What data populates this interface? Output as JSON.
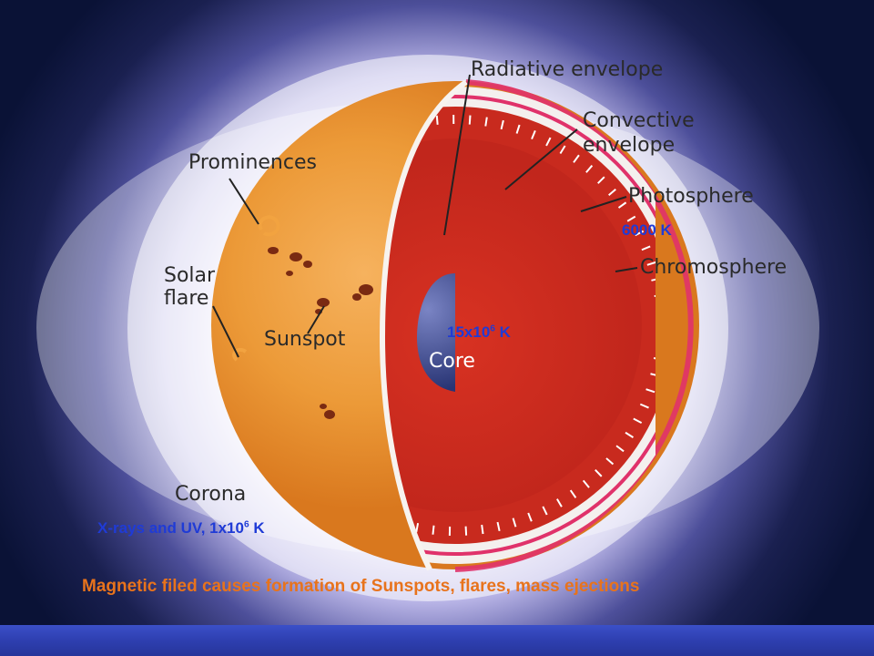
{
  "diagram": {
    "labels": {
      "radiative_envelope": "Radiative envelope",
      "convective_envelope_line1": "Convective",
      "convective_envelope_line2": "envelope",
      "photosphere": "Photosphere",
      "chromosphere": "Chromosphere",
      "prominences": "Prominences",
      "solar_flare_line1": "Solar",
      "solar_flare_line2": "flare",
      "sunspot": "Sunspot",
      "core": "Core",
      "corona": "Corona"
    },
    "temperatures": {
      "photosphere": "6000 K",
      "core_base": "15x10",
      "core_exp": "6",
      "core_unit": " K",
      "corona_prefix": "X-rays and UV, 1x10",
      "corona_exp": "6",
      "corona_unit": " K"
    },
    "caption": "Magnetic filed causes formation of Sunspots, flares, mass ejections"
  },
  "colors": {
    "temperature_text": "#1f3bd6",
    "caption_text": "#e8731c",
    "photosphere_temp": "#1f3bd6",
    "footer_bar": "#3346bd"
  }
}
